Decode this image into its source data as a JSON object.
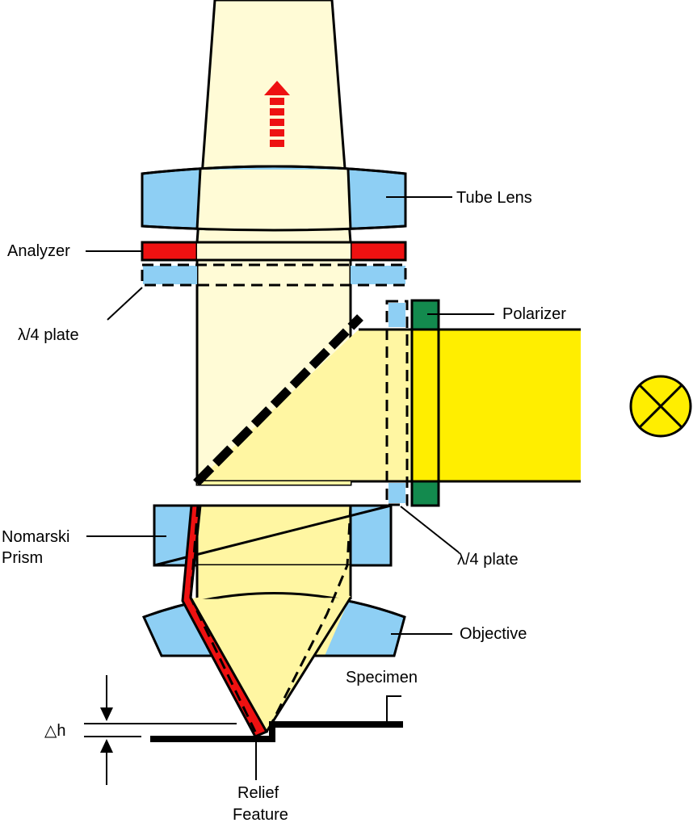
{
  "labels": {
    "tube_lens": "Tube Lens",
    "analyzer": "Analyzer",
    "quarter_wave_plate_left": "λ/4 plate",
    "polarizer": "Polarizer",
    "nomarski_prism_line1": "Nomarski",
    "nomarski_prism_line2": "Prism",
    "quarter_wave_plate_right": "λ/4 plate",
    "objective": "Objective",
    "specimen": "Specimen",
    "delta_h": "△h",
    "relief_feature_line1": "Relief",
    "relief_feature_line2": "Feature"
  },
  "colors": {
    "lens_blue": "#8ecff4",
    "analyzer_red": "#ee1111",
    "polarizer_green": "#138a4e",
    "light_yellow": "#fff37a",
    "beam_pale": "#fffbd6",
    "beam_mid": "#fff6a2",
    "source_yellow": "#ffee00",
    "ray_red": "#ee1111",
    "outline": "#000000"
  },
  "icons": {
    "light_source": "lamp-symbol-icon",
    "direction_arrow": "dashed-up-arrow-icon"
  }
}
